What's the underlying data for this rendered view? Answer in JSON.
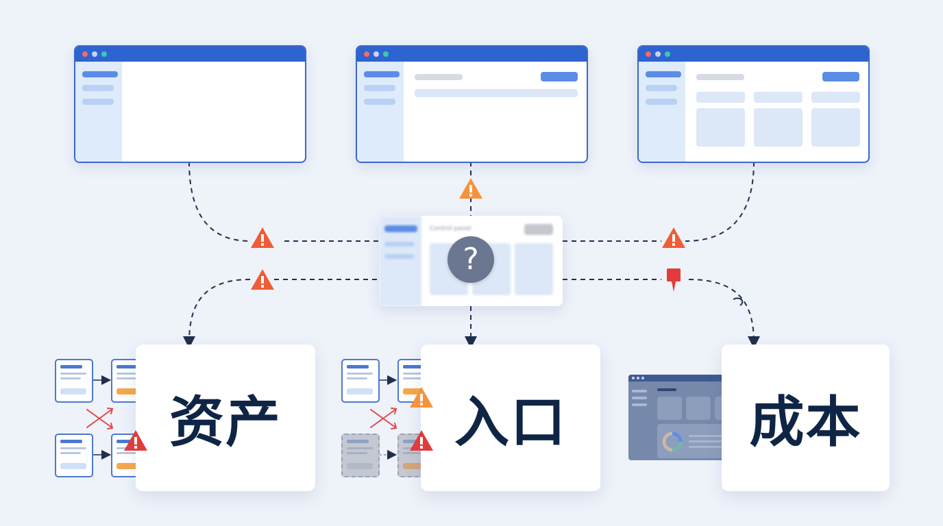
{
  "panel": {
    "title": "Control panel",
    "question_mark": "?"
  },
  "cards": [
    {
      "label": "资产"
    },
    {
      "label": "入口"
    },
    {
      "label": "成本"
    }
  ],
  "colors": {
    "background": "#eef2f9",
    "window_chrome": "#2d64cf",
    "warning": "#ef5c37",
    "warning_amber": "#f5923a",
    "card_text": "#0f2545",
    "flag": "#e23b3b"
  },
  "icons": [
    "warning-icon",
    "question-icon",
    "flag-icon",
    "cross-icon",
    "arrow-icon"
  ]
}
